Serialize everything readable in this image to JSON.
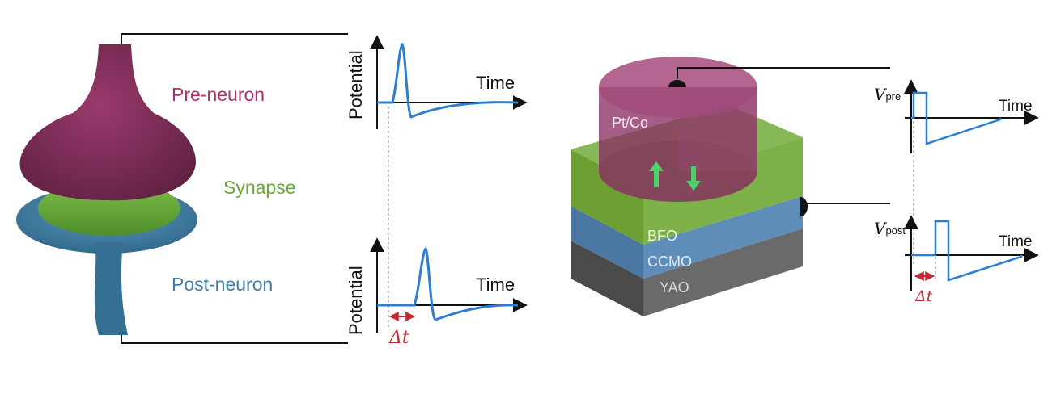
{
  "neuron": {
    "pre_label": "Pre-neuron",
    "synapse_label": "Synapse",
    "post_label": "Post-neuron"
  },
  "neuron_plots": {
    "top": {
      "ylabel": "Potential",
      "xlabel": "Time"
    },
    "bottom": {
      "ylabel": "Potential",
      "xlabel": "Time",
      "delta_symbol": "Δt"
    }
  },
  "device": {
    "electrode_label": "Pt/Co",
    "layers": [
      "BFO",
      "CCMO",
      "YAO"
    ]
  },
  "device_plots": {
    "top": {
      "ylabel_var": "V",
      "ylabel_sub": "pre",
      "xlabel": "Time"
    },
    "bottom": {
      "ylabel_var": "V",
      "ylabel_sub": "post",
      "xlabel": "Time",
      "delta_symbol": "Δt"
    }
  },
  "colors": {
    "pre": "#b12f6f",
    "pre_body": "#7a2a55",
    "synapse": "#6aa83b",
    "post": "#3d7fa5",
    "post_body": "#3f7ea0",
    "trace": "#2c7fd0",
    "delta": "#c42a33",
    "bfo": "#74a73a",
    "ccmo": "#4f7fa8",
    "yao": "#595959",
    "electrode": "#8a2f62"
  },
  "icons": [
    "up-arrow-icon",
    "down-arrow-icon",
    "probe-contact-icon"
  ]
}
